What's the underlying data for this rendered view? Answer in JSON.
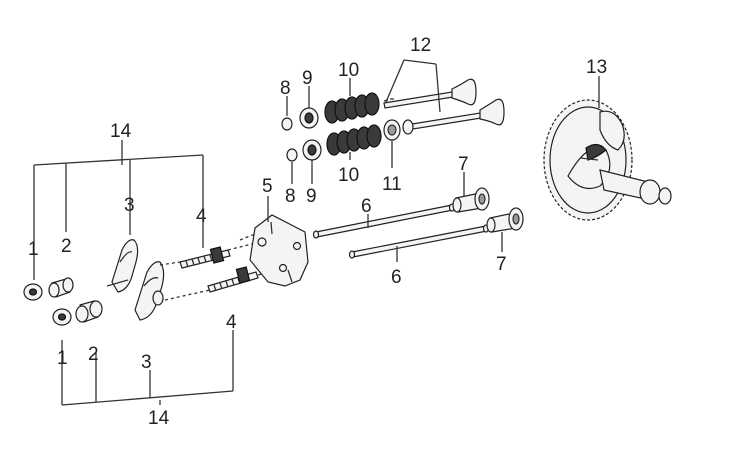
{
  "labels": {
    "p1a": "1",
    "p1b": "1",
    "p2a": "2",
    "p2b": "2",
    "p3a": "3",
    "p3b": "3",
    "p4a": "4",
    "p4b": "4",
    "p5": "5",
    "p6a": "6",
    "p6b": "6",
    "p7a": "7",
    "p7b": "7",
    "p8a": "8",
    "p8b": "8",
    "p9a": "9",
    "p9b": "9",
    "p10a": "10",
    "p10b": "10",
    "p11": "11",
    "p12": "12",
    "p13": "13",
    "p14a": "14",
    "p14b": "14"
  }
}
